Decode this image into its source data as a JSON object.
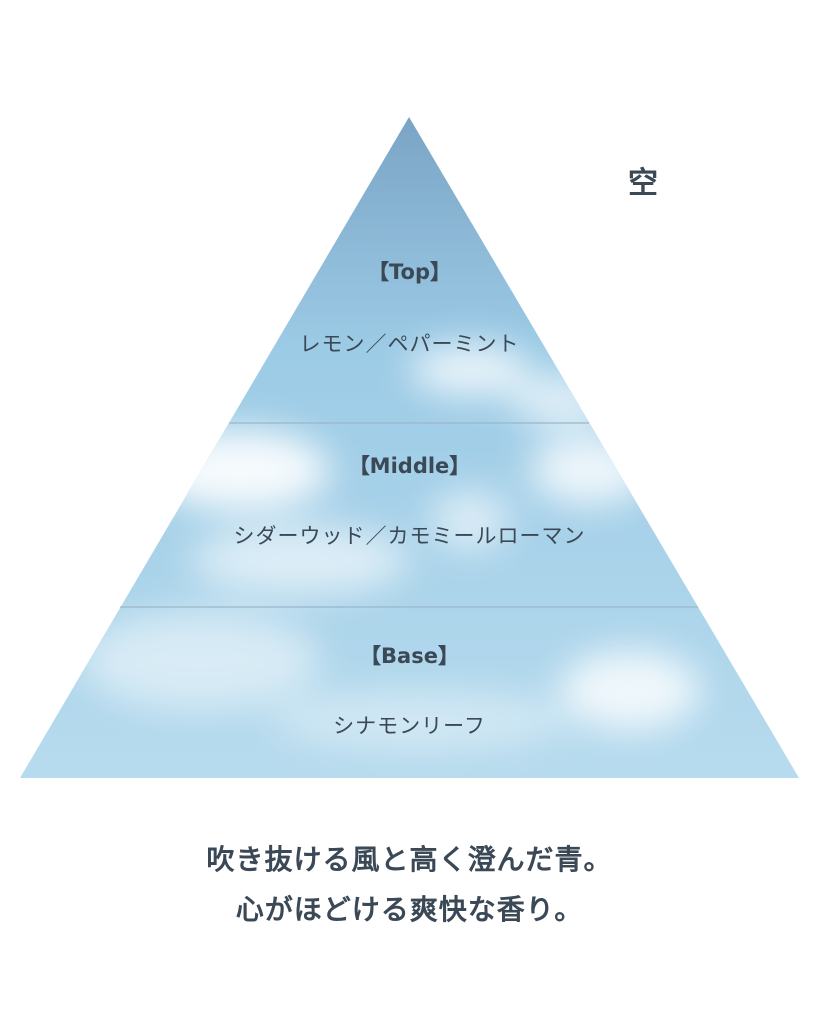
{
  "title": "空",
  "tiers": [
    {
      "label": "【Top】",
      "notes": "レモン／ペパーミント"
    },
    {
      "label": "【Middle】",
      "notes": "シダーウッド／カモミールローマン"
    },
    {
      "label": "【Base】",
      "notes": "シナモンリーフ"
    }
  ],
  "description": [
    "吹き抜ける風と高く澄んだ青。",
    "心がほどける爽快な香り。"
  ],
  "colors": {
    "sky_top": "#7fa9c9",
    "sky_mid": "#a8d3ea",
    "sky_bottom": "#b9dcee",
    "text": "#3b4856",
    "divider": "#9bb6c8"
  }
}
